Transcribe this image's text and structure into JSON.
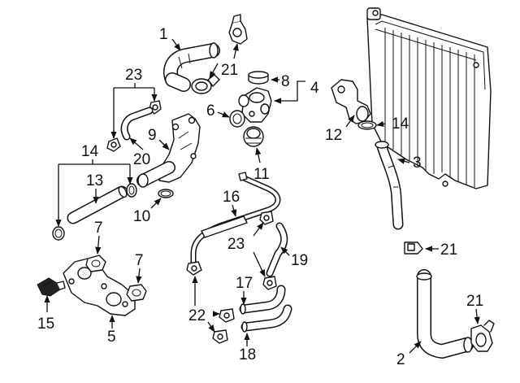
{
  "callouts": {
    "c1": "1",
    "c2": "2",
    "c3": "3",
    "c4": "4",
    "c5": "5",
    "c6": "6",
    "c7a": "7",
    "c7b": "7",
    "c8": "8",
    "c9": "9",
    "c10": "10",
    "c11": "11",
    "c12": "12",
    "c13": "13",
    "c14a": "14",
    "c14b": "14",
    "c15": "15",
    "c16": "16",
    "c17": "17",
    "c18": "18",
    "c19": "19",
    "c20": "20",
    "c21a": "21",
    "c21b": "21",
    "c21c": "21",
    "c22": "22",
    "c23a": "23",
    "c23b": "23"
  }
}
